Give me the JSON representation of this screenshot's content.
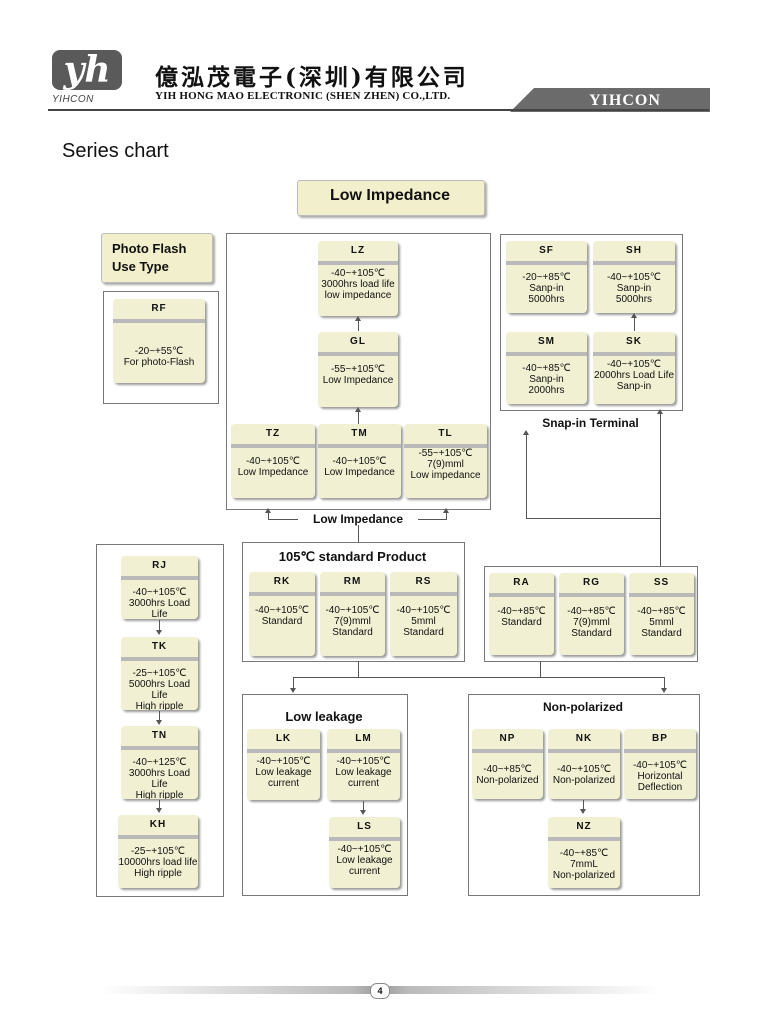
{
  "header": {
    "logo_text": "yh",
    "logo_sub": "YIHCON",
    "company_cn": "億泓茂電子(深圳)有限公司",
    "company_en": "YIH HONG MAO ELECTRONIC (SHEN ZHEN) CO.,LTD.",
    "brand": "YIHCON"
  },
  "page_title": "Series chart",
  "titles": {
    "low_impedance_top": "Low Impedance",
    "photo_flash": "Photo Flash\nUse  Type",
    "snap_in": "Snap-in Terminal",
    "low_impedance_mid": "Low Impedance",
    "standard": "105℃ standard Product",
    "low_leakage": "Low  leakage",
    "non_polarized": "Non-polarized"
  },
  "cards": {
    "RF": {
      "code": "RF",
      "desc": "-20~+55℃\nFor photo-Flash"
    },
    "LZ": {
      "code": "LZ",
      "desc": "-40~+105℃\n3000hrs load life\nlow impedance"
    },
    "GL": {
      "code": "GL",
      "desc": "-55~+105℃\nLow Impedance"
    },
    "TZ": {
      "code": "TZ",
      "desc": "-40~+105℃\nLow Impedance"
    },
    "TM": {
      "code": "TM",
      "desc": "-40~+105℃\nLow Impedance"
    },
    "TL": {
      "code": "TL",
      "desc": "-55~+105℃\n7(9)mml\nLow impedance"
    },
    "SF": {
      "code": "SF",
      "desc": "-20~+85℃\nSanp-in\n5000hrs"
    },
    "SH": {
      "code": "SH",
      "desc": "-40~+105℃\nSanp-in\n5000hrs"
    },
    "SM": {
      "code": "SM",
      "desc": "-40~+85℃\nSanp-in\n2000hrs"
    },
    "SK": {
      "code": "SK",
      "desc": "-40~+105℃\n2000hrs Load Life\nSanp-in"
    },
    "RJ": {
      "code": "RJ",
      "desc": "-40~+105℃\n3000hrs Load Life"
    },
    "TK": {
      "code": "TK",
      "desc": "-25~+105℃\n5000hrs Load Life\nHigh ripple"
    },
    "TN": {
      "code": "TN",
      "desc": "-40~+125℃\n3000hrs Load Life\nHigh ripple"
    },
    "KH": {
      "code": "KH",
      "desc": "-25~+105℃\n10000hrs load life\nHigh ripple"
    },
    "RK": {
      "code": "RK",
      "desc": "-40~+105℃\nStandard"
    },
    "RM": {
      "code": "RM",
      "desc": "-40~+105℃\n7(9)mml\nStandard"
    },
    "RS": {
      "code": "RS",
      "desc": "-40~+105℃\n5mml\nStandard"
    },
    "RA": {
      "code": "RA",
      "desc": "-40~+85℃\nStandard"
    },
    "RG": {
      "code": "RG",
      "desc": "-40~+85℃\n7(9)mml\nStandard"
    },
    "SS": {
      "code": "SS",
      "desc": "-40~+85℃\n5mml\nStandard"
    },
    "LK": {
      "code": "LK",
      "desc": "-40~+105℃\nLow leakage\ncurrent"
    },
    "LM": {
      "code": "LM",
      "desc": "-40~+105℃\nLow leakage\ncurrent"
    },
    "LS": {
      "code": "LS",
      "desc": "-40~+105℃\nLow leakage\ncurrent"
    },
    "NP": {
      "code": "NP",
      "desc": "-40~+85℃\nNon-polarized"
    },
    "NK": {
      "code": "NK",
      "desc": "-40~+105℃\nNon-polarized"
    },
    "BP": {
      "code": "BP",
      "desc": "-40~+105℃\nHorizontal\nDeflection"
    },
    "NZ": {
      "code": "NZ",
      "desc": "-40~+85℃\n7mmL\nNon-polarized"
    }
  },
  "footer": {
    "page_number": "4"
  },
  "colors": {
    "card_fill": "#f2f0d2",
    "card_separator": "#b9b9b9",
    "header_band": "#6b6b6b"
  }
}
